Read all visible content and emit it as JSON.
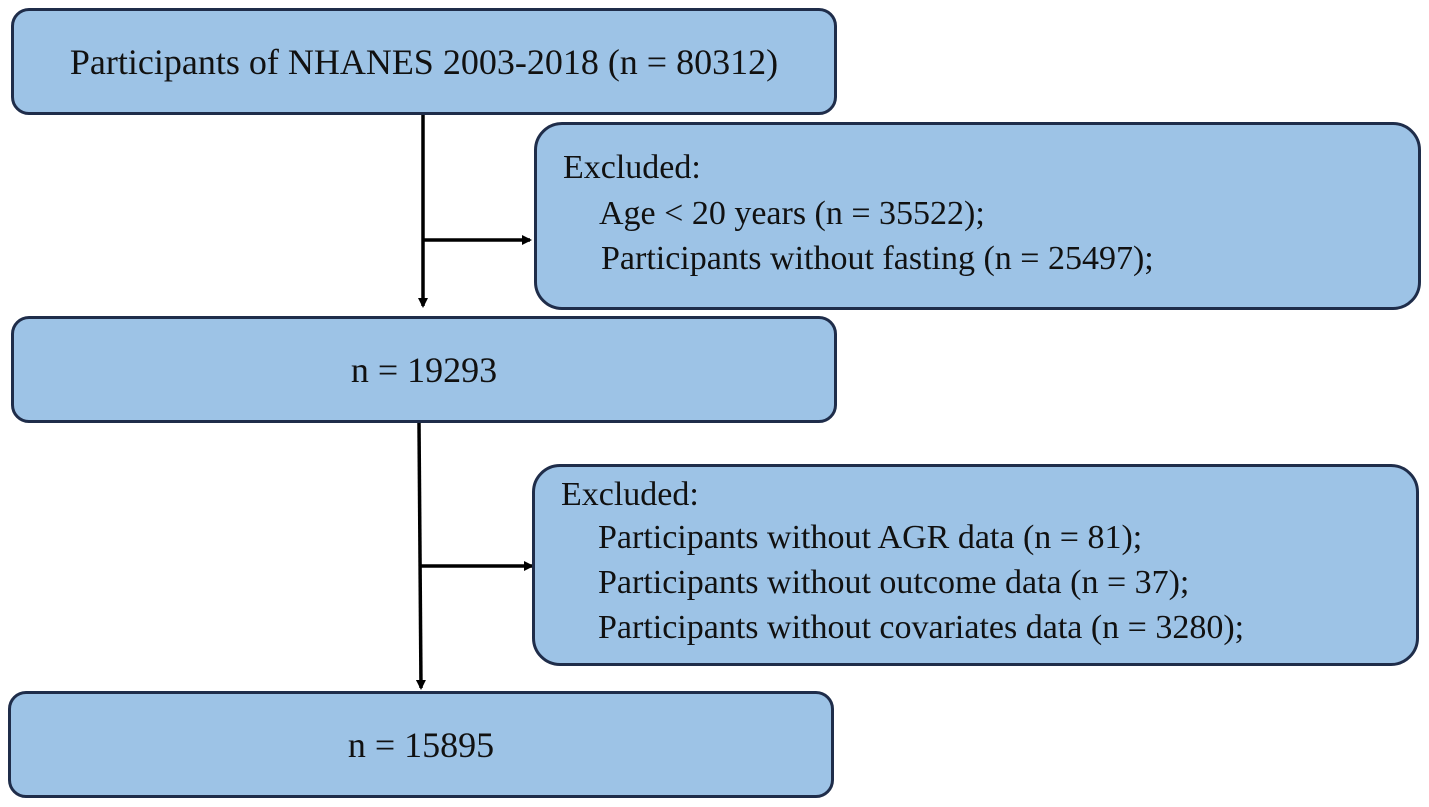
{
  "flow": {
    "start_box": "Participants of NHANES 2003-2018 (n = 80312)",
    "exclusion1": {
      "heading": "Excluded:",
      "items": [
        "Age < 20 years (n = 35522);",
        "Participants without fasting (n = 25497);"
      ]
    },
    "middle_box": "n = 19293",
    "exclusion2": {
      "heading": "Excluded:",
      "items": [
        "Participants without AGR data (n = 81);",
        "Participants without outcome data (n = 37);",
        "Participants without covariates data (n = 3280);"
      ]
    },
    "final_box": "n = 15895"
  },
  "colors": {
    "box_fill": "#9dc3e6",
    "box_border": "#1f2d4a",
    "arrow": "#000000"
  }
}
